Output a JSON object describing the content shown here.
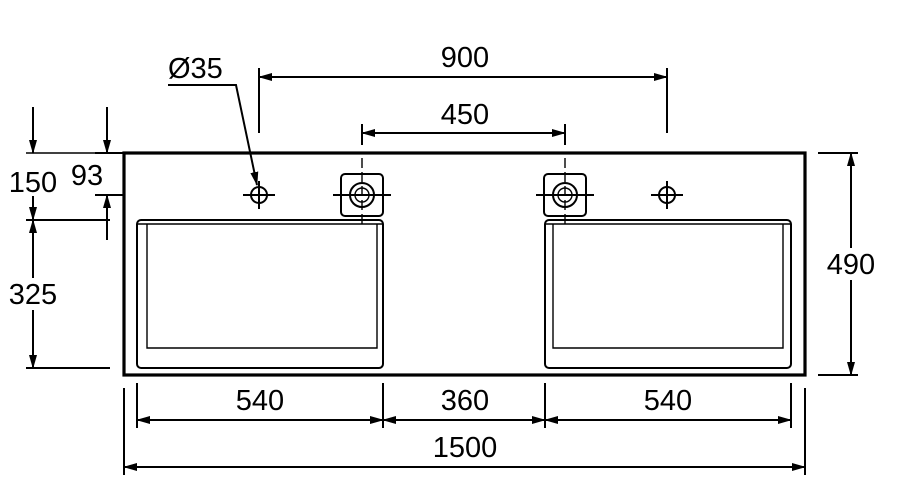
{
  "drawing": {
    "line_color": "#000000",
    "background": "#ffffff",
    "dimensions": {
      "tap_hole_diameter": "Ø35",
      "outer_overflow_spacing": "900",
      "tap_spacing": "450",
      "tap_offset": "93",
      "back_edge_to_bowl": "150",
      "bowl_depth": "325",
      "overall_depth": "490",
      "left_bowl_width": "540",
      "bowl_gap": "360",
      "right_bowl_width": "540",
      "overall_width": "1500"
    }
  }
}
